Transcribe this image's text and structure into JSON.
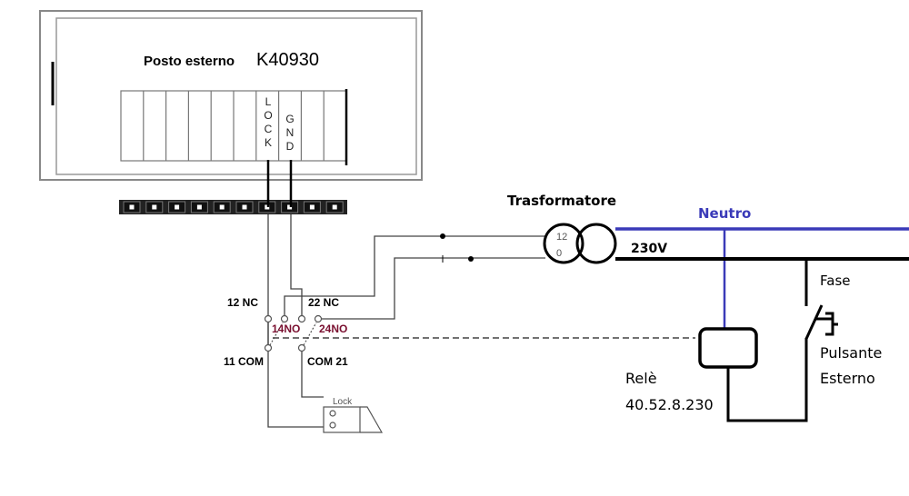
{
  "intercom": {
    "title": "Posto esterno",
    "model": "K40930",
    "lock_label": [
      "L",
      "O",
      "C",
      "K"
    ],
    "gnd_label": [
      "G",
      "N",
      "D"
    ]
  },
  "relay_contacts": {
    "nc12": "12 NC",
    "nc22": "22 NC",
    "no14": "14NO",
    "no24": "24NO",
    "com11": "11 COM",
    "com21": "COM 21"
  },
  "lock": {
    "label": "Lock"
  },
  "transformer": {
    "title": "Trasformatore",
    "secondary_top": "12",
    "secondary_bottom": "0",
    "voltage": "230V"
  },
  "mains": {
    "neutral": "Neutro",
    "phase": "Fase"
  },
  "relay": {
    "label": "Relè",
    "model": "40.52.8.230"
  },
  "button": {
    "label_line1": "Pulsante",
    "label_line2": "Esterno"
  },
  "colors": {
    "neutral_wire": "#3a3ab8",
    "no_label": "#7a1030",
    "wire": "#000000"
  }
}
